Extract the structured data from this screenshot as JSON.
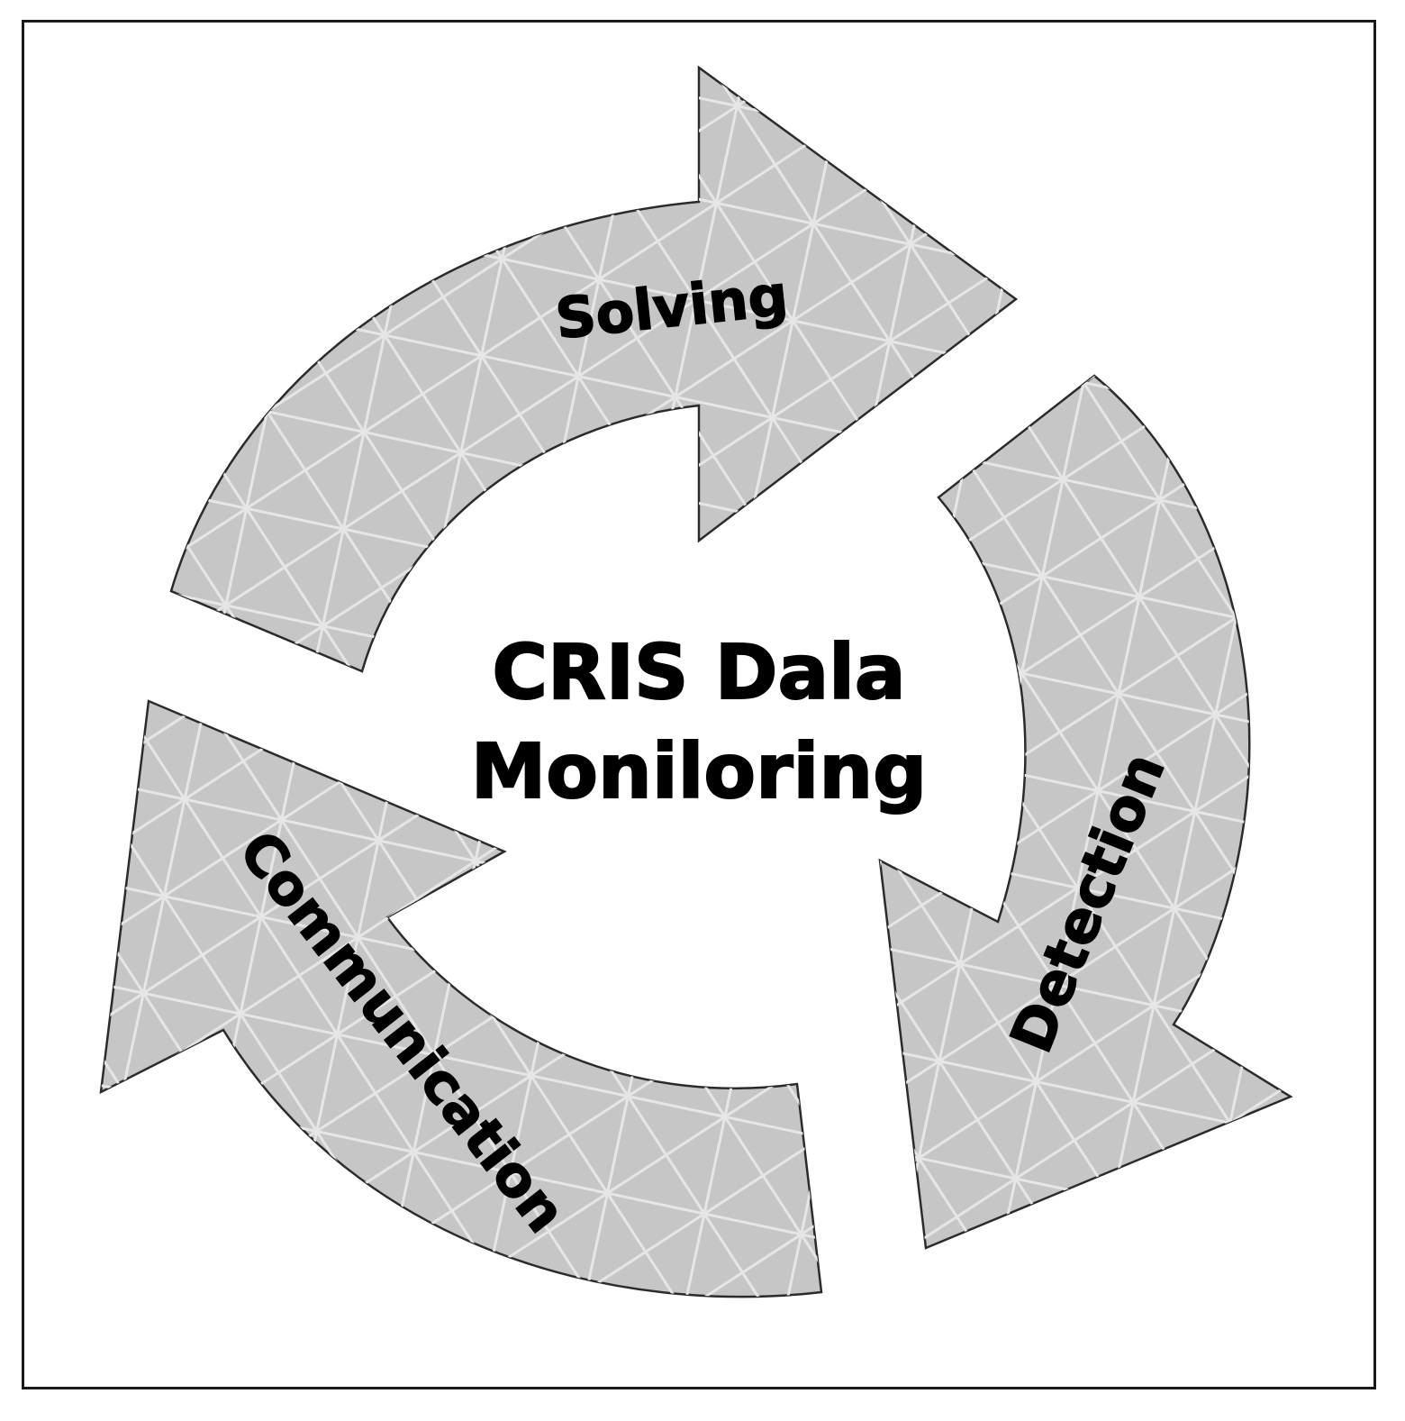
{
  "diagram": {
    "center_title_line1": "CRIS Dala",
    "center_title_line2": "Moniloring",
    "stages": [
      {
        "label": "Solving"
      },
      {
        "label": "Detection"
      },
      {
        "label": "Communication"
      }
    ],
    "colors": {
      "arrow_fill": "#c6c6c6",
      "lattice": "#e6e6e6",
      "outline": "#2b2b2b",
      "text": "#000000"
    }
  }
}
